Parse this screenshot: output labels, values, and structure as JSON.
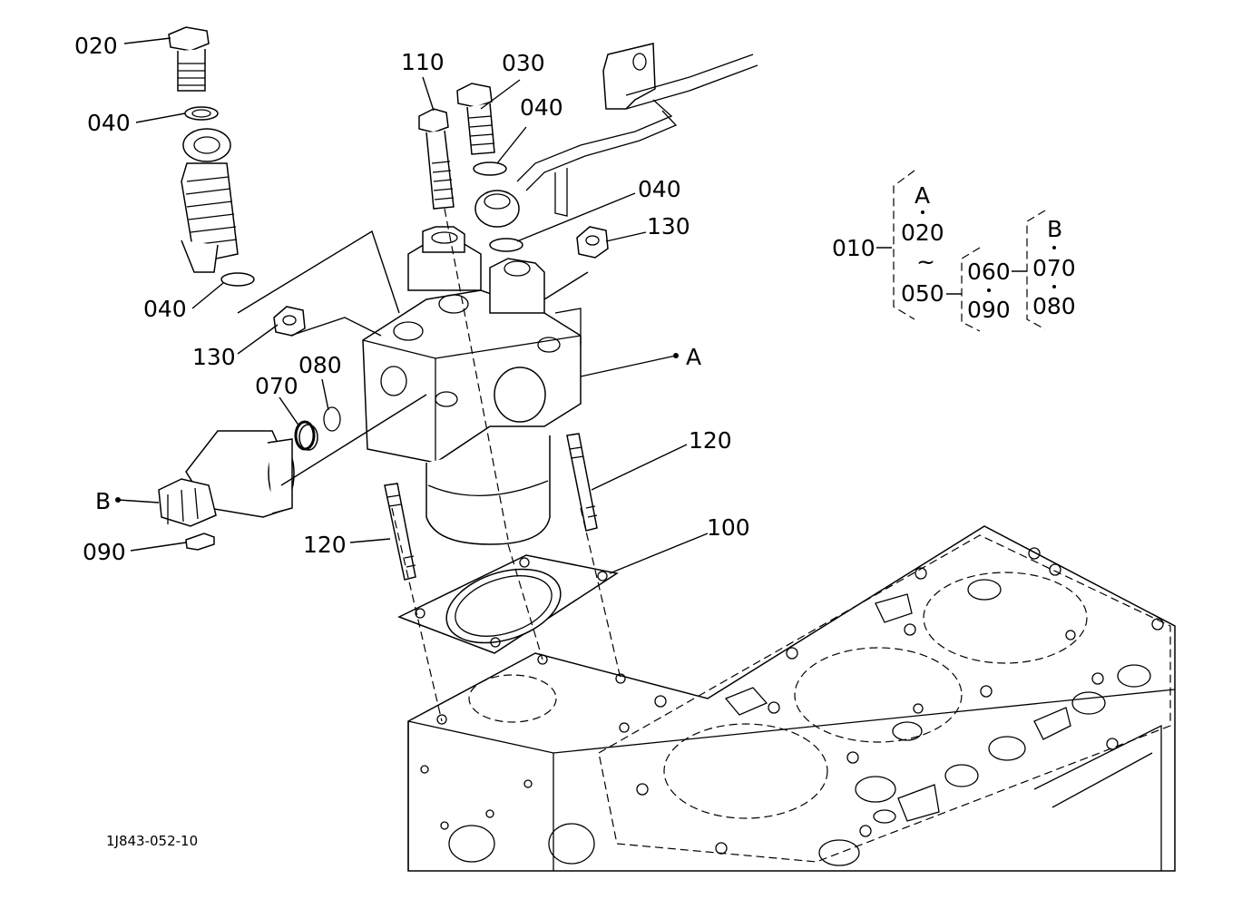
{
  "callouts": {
    "p020": "020",
    "p040_top": "040",
    "p040_left": "040",
    "p130_left": "130",
    "p110": "110",
    "p030": "030",
    "p040_mid": "040",
    "p040_right": "040",
    "p130_right": "130",
    "p070": "070",
    "p080": "080",
    "pA": "A",
    "pB": "B",
    "p090": "090",
    "p120_right": "120",
    "p120_left": "120",
    "p100": "100"
  },
  "legend": {
    "assembly": "010",
    "group_a_title": "A",
    "group_a_from": "020",
    "group_a_tilde": "~",
    "group_a_to": "050",
    "group_mid_1": "060",
    "group_mid_2": "090",
    "group_b_title": "B",
    "group_b_1": "070",
    "group_b_2": "080"
  },
  "drawing_ref": "1J843-052-10"
}
